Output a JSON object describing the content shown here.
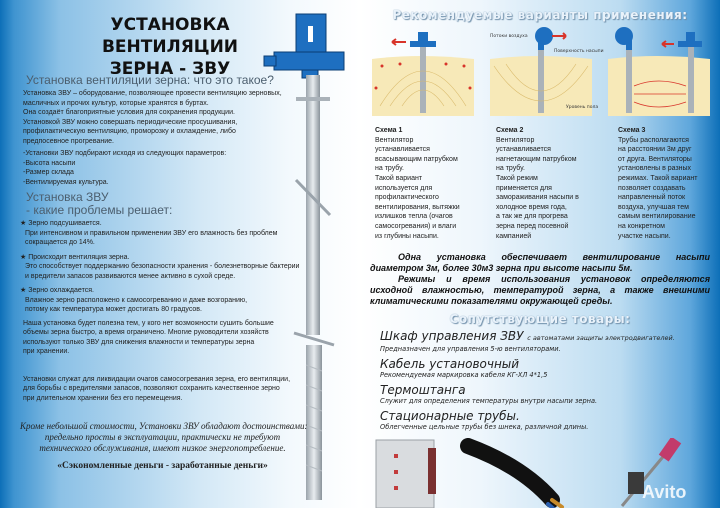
{
  "left": {
    "title": [
      "УСТАНОВКА ВЕНТИЛЯЦИИ",
      "ЗЕРНА - ЗВУ"
    ],
    "section1_title": "Установка вентиляции зерна: что это такое?",
    "section1_text": [
      "Установка ЗВУ – оборудование, позволяющее провести вентиляцию зерновых,",
      "масличных и прочих культур, которые хранятся в буртах.",
      "Она создаёт благоприятные условия для сохранения продукции.",
      "Установкой ЗВУ можно совершать периодические просушивания,",
      "профилактическую вентиляцию, проморозку и охлаждение, либо",
      "предпосевное прогревание."
    ],
    "params": [
      "-Установки ЗВУ подбирают исходя из следующих параметров:",
      "-Высота насыпи",
      "-Размер склада",
      "-Вентилируемая культура."
    ],
    "section2_title": [
      "Установка ЗВУ",
      "- какие проблемы решает:"
    ],
    "problems": [
      {
        "title": "Зерно подсушивается.",
        "text": [
          "При интенсивном и правильном применении ЗВУ  его влажность без проблем",
          "сокращается до 14%."
        ]
      },
      {
        "title": "Происходит вентиляция зерна.",
        "text": [
          "Это способствует поддержанию безопасности хранения - болезнетворные бактерии",
          "и вредители запасов развиваются менее активно в сухой среде."
        ]
      },
      {
        "title": "Зерно охлаждается.",
        "text": [
          "Влажное зерно расположено к самосогреванию и даже возгоранию,",
          "потому как температура может достигать 80 градусов."
        ]
      }
    ],
    "para1": [
      "Наша установка будет полезна тем, у кого нет возможности сушить большие",
      "объемы зерна быстро, а время ограничено. Многие руководители хозяйств",
      "используют только ЗВУ для снижения влажности и температуры зерна",
      "при хранении."
    ],
    "para2": [
      "Установки служат для ликвидации очагов самосогревания зерна, его вентиляции,",
      "для борьбы с вредителями запасов, позволяют сохранить качественное зерно",
      "при длительном хранении без его перемещения."
    ],
    "advantages": [
      "Кроме небольшой стоимости, Установки ЗВУ обладают достоинствами:",
      "предельно просты в эксплуатации, практически не требуют",
      "технического обслуживания, имеют низкое энергопотребление."
    ],
    "slogan": "«Сэкономленные деньги - заработанные деньги»"
  },
  "right": {
    "header": "Рекомендуемые варианты применения:",
    "diagram_labels": {
      "air_flows": "Потоки воздуха",
      "surface": "Поверхность насыпи",
      "floor": "Уровень пола"
    },
    "schemes": [
      {
        "title": "Схема 1",
        "lines": [
          "Вентилятор",
          "устанавливается",
          "всасывающим патрубком",
          "на трубу.",
          "Такой вариант",
          "используется для",
          "профилактического",
          "вентилирования, вытяжки",
          "излишков тепла (очагов",
          "самосогревания) и влаги",
          "из глубины насыпи."
        ]
      },
      {
        "title": "Схема 2",
        "lines": [
          "Вентилятор",
          "устанавливается",
          "нагнетающим патрубком",
          "на трубу.",
          "Такой режим",
          "применяется для",
          "замораживания насыпи в",
          "холодное время года,",
          "а так же для прогрева",
          "зерна перед посевной",
          "кампанией"
        ]
      },
      {
        "title": "Схема 3",
        "lines": [
          "Трубы располагаются",
          "на расстоянии 3м друг",
          "от друга. Вентиляторы",
          "установлены в разных",
          "режимах. Такой вариант",
          "позволяет создавать",
          "направленный поток",
          "воздуха, улучшая тем",
          "самым вентилирование",
          "на конкретном",
          "участке насыпи."
        ]
      }
    ],
    "note1": "Одна установка обеспечивает вентилирование насыпи диаметром 3м, более 30м3 зерна при высоте насыпи 5м.",
    "note2": "Режимы и время использования установок определяются исходной влажностью, температурой зерна, а также внешними климатическими показателями окружающей среды.",
    "products_header": "Сопутствующие товары:",
    "products": [
      {
        "name": "Шкаф управления ЗВУ",
        "name_suffix": "с автоматами защиты электродвигателей.",
        "desc": "Предназначен для управления 5-ю вентиляторами."
      },
      {
        "name": "Кабель установочный",
        "desc": "Рекомендуемая маркировка кабеля КГ-ХЛ 4*1,5"
      },
      {
        "name": "Термоштанга",
        "desc": "Служит для определения температуры внутри насыпи зерна."
      },
      {
        "name": "Стационарные трубы.",
        "desc": "Облегченные цельные трубы без шнека, различной длины."
      }
    ],
    "watermark": "Avito"
  },
  "colors": {
    "blue": "#1e6fc0",
    "sand": "#f7e9b8",
    "arrow": "#d8342a"
  }
}
